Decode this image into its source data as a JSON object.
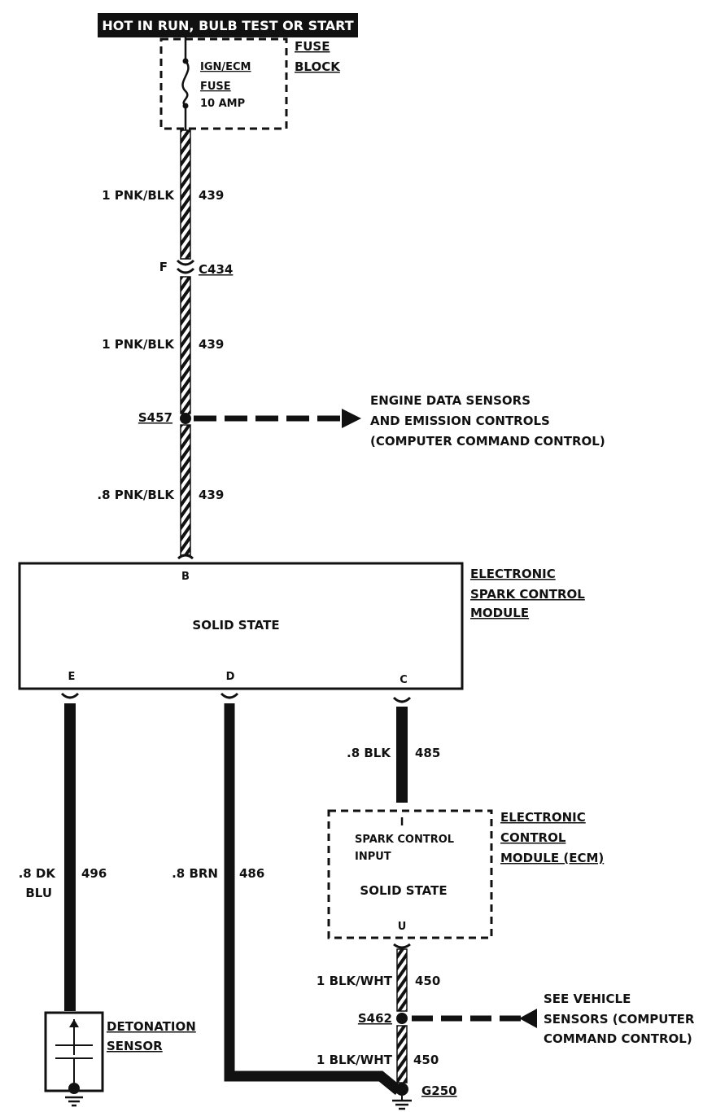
{
  "header": {
    "power_label": "HOT IN RUN, BULB TEST OR START"
  },
  "fuse_block": {
    "label_line1": "FUSE",
    "label_line2": "BLOCK",
    "fuse_line1": "IGN/ECM",
    "fuse_line2": "FUSE",
    "fuse_rating": "10 AMP"
  },
  "wires": {
    "w1": {
      "gauge_color": "1 PNK/BLK",
      "circuit": "439"
    },
    "w2": {
      "gauge_color": "1 PNK/BLK",
      "circuit": "439"
    },
    "w3": {
      "gauge_color": ".8 PNK/BLK",
      "circuit": "439"
    },
    "w_c": {
      "gauge_color": ".8 BLK",
      "circuit": "485"
    },
    "w_e_line1": ".8 DK",
    "w_e_line2": "BLU",
    "w_e_circuit": "496",
    "w_d": {
      "gauge_color": ".8 BRN",
      "circuit": "486"
    },
    "w_u": {
      "gauge_color": "1 BLK/WHT",
      "circuit": "450"
    },
    "w_g": {
      "gauge_color": "1 BLK/WHT",
      "circuit": "450"
    }
  },
  "connectors": {
    "c434_pin": "F",
    "c434_name": "C434",
    "s457": "S457",
    "s462": "S462",
    "g250": "G250"
  },
  "esc_module": {
    "label_line1": "ELECTRONIC",
    "label_line2": "SPARK CONTROL",
    "label_line3": "MODULE",
    "body": "SOLID STATE",
    "pin_b": "B",
    "pin_e": "E",
    "pin_d": "D",
    "pin_c": "C"
  },
  "engine_note": {
    "line1": "ENGINE DATA SENSORS",
    "line2": "AND EMISSION CONTROLS",
    "line3": "(COMPUTER COMMAND CONTROL)"
  },
  "ecm": {
    "label_line1": "ELECTRONIC",
    "label_line2": "CONTROL",
    "label_line3": "MODULE (ECM)",
    "pin_i": "I",
    "input_line1": "SPARK CONTROL",
    "input_line2": "INPUT",
    "body": "SOLID STATE",
    "pin_u": "U"
  },
  "vehicle_note": {
    "line1": "SEE VEHICLE",
    "line2": "SENSORS (COMPUTER",
    "line3": "COMMAND CONTROL)"
  },
  "detonation": {
    "label_line1": "DETONATION",
    "label_line2": "SENSOR"
  }
}
